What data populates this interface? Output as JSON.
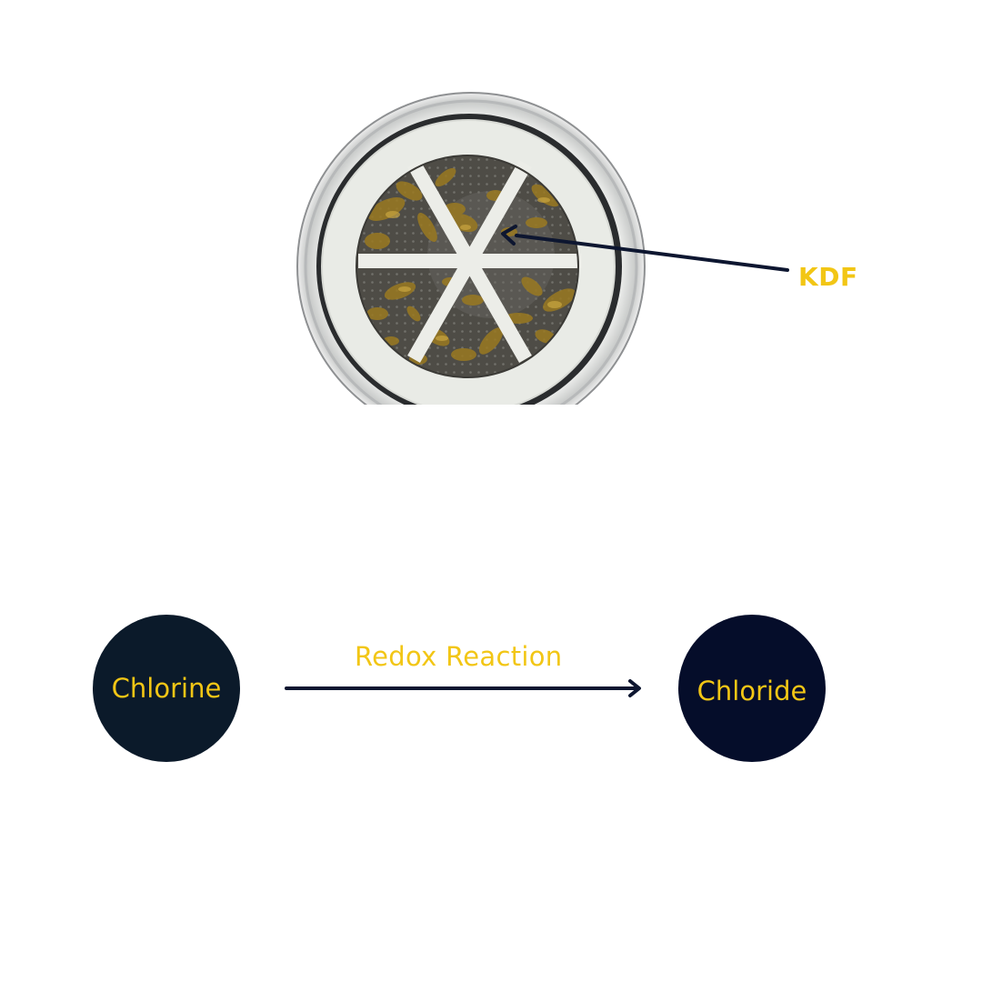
{
  "filter_photo": {
    "callout_label": "KDF"
  },
  "reaction": {
    "arrow_label": "Redox Reaction",
    "reactant": "Chlorine",
    "product": "Chloride"
  },
  "colors": {
    "label_yellow": "#f2c615",
    "navy_arrow": "#0d1630",
    "reactant_fill": "#0b1a2a",
    "product_fill": "#050d2a",
    "kdf_granules": "#9a7a22",
    "filter_frame": "#e9ebe6",
    "filter_ring": "#2a2c2e"
  },
  "icons": {
    "filter_photo": "kdf-filter-cartridge-photo",
    "callout_arrow": "arrow-pointer-icon",
    "reaction_arrow": "arrow-right-icon"
  }
}
